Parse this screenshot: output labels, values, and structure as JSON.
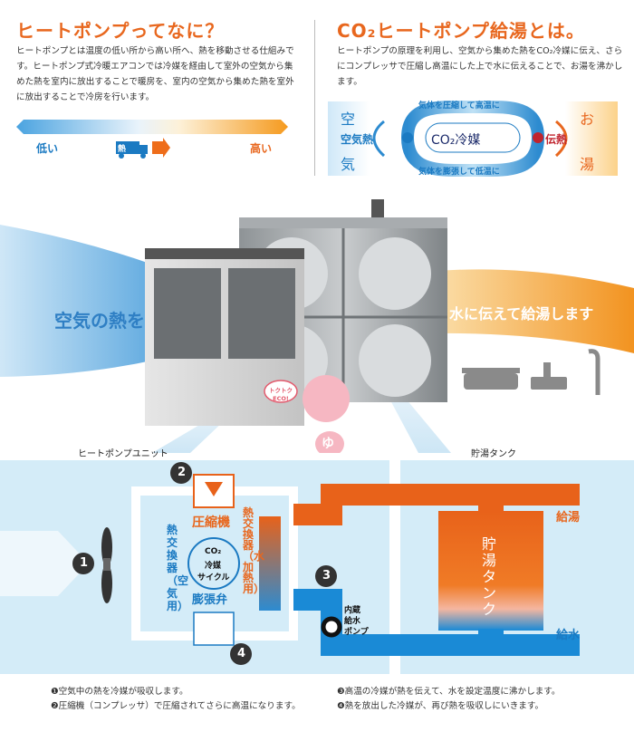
{
  "left": {
    "title": "ヒートポンプってなに？",
    "body": "ヒートポンプとは温度の低い所から高い所へ、熱を移動させる仕組みです。ヒートポンプ式冷暖エアコンでは冷媒を経由して室外の空気から集めた熱を室内に放出することで暖房を、室内の空気から集めた熱を室外に放出することで冷房を行います。",
    "low": "低い",
    "heat": "熱",
    "high": "高い"
  },
  "right": {
    "title": "CO₂ヒートポンプ給湯とは。",
    "body": "ヒートポンプの原理を利用し、空気から集めた熱をCO₂冷媒に伝え、さらにコンプレッサで圧縮し高温にした上で水に伝えることで、お湯を沸かします。",
    "air": [
      "空",
      "気"
    ],
    "hot_water": [
      "お",
      "湯"
    ],
    "air_heat": "空気熱",
    "refrigerant": "CO₂冷媒",
    "transfer": "伝熱",
    "top_label": "気体を圧縮して高温に",
    "bottom_label": "気体を膨張して低温に"
  },
  "photo": {
    "air_heat_banner": "空気の熱を",
    "water_banner": "水に伝えて給湯します",
    "mascot_badge": "トクトク ECO!",
    "mascot_char": "ゆ"
  },
  "diagram": {
    "unit_label": "ヒートポンプユニット",
    "tank_label": "貯湯タンク",
    "hx_air": "熱交換器（空気用）",
    "hx_water": "熱交換器（水加熱用）",
    "compressor": "圧縮機",
    "expansion": "膨張弁",
    "cycle": [
      "CO₂",
      "冷媒",
      "サイクル"
    ],
    "tank_name": "貯湯タンク",
    "hot_out": "給湯",
    "cold_in": "給水",
    "pump": [
      "内蔵",
      "給水",
      "ポンプ"
    ],
    "steps": [
      "1",
      "2",
      "3",
      "4"
    ]
  },
  "captions": [
    "❶空気中の熱を冷媒が吸収します。",
    "❷圧縮機（コンプレッサ）で圧縮されてさらに高温になります。",
    "❸高温の冷媒が熱を伝えて、水を設定温度に沸かします。",
    "❹熱を放出した冷媒が、再び熱を吸収しにいきます。"
  ],
  "colors": {
    "accent": "#e8671e",
    "blue": "#1b7ac2",
    "panel": "#d4ecf8"
  }
}
